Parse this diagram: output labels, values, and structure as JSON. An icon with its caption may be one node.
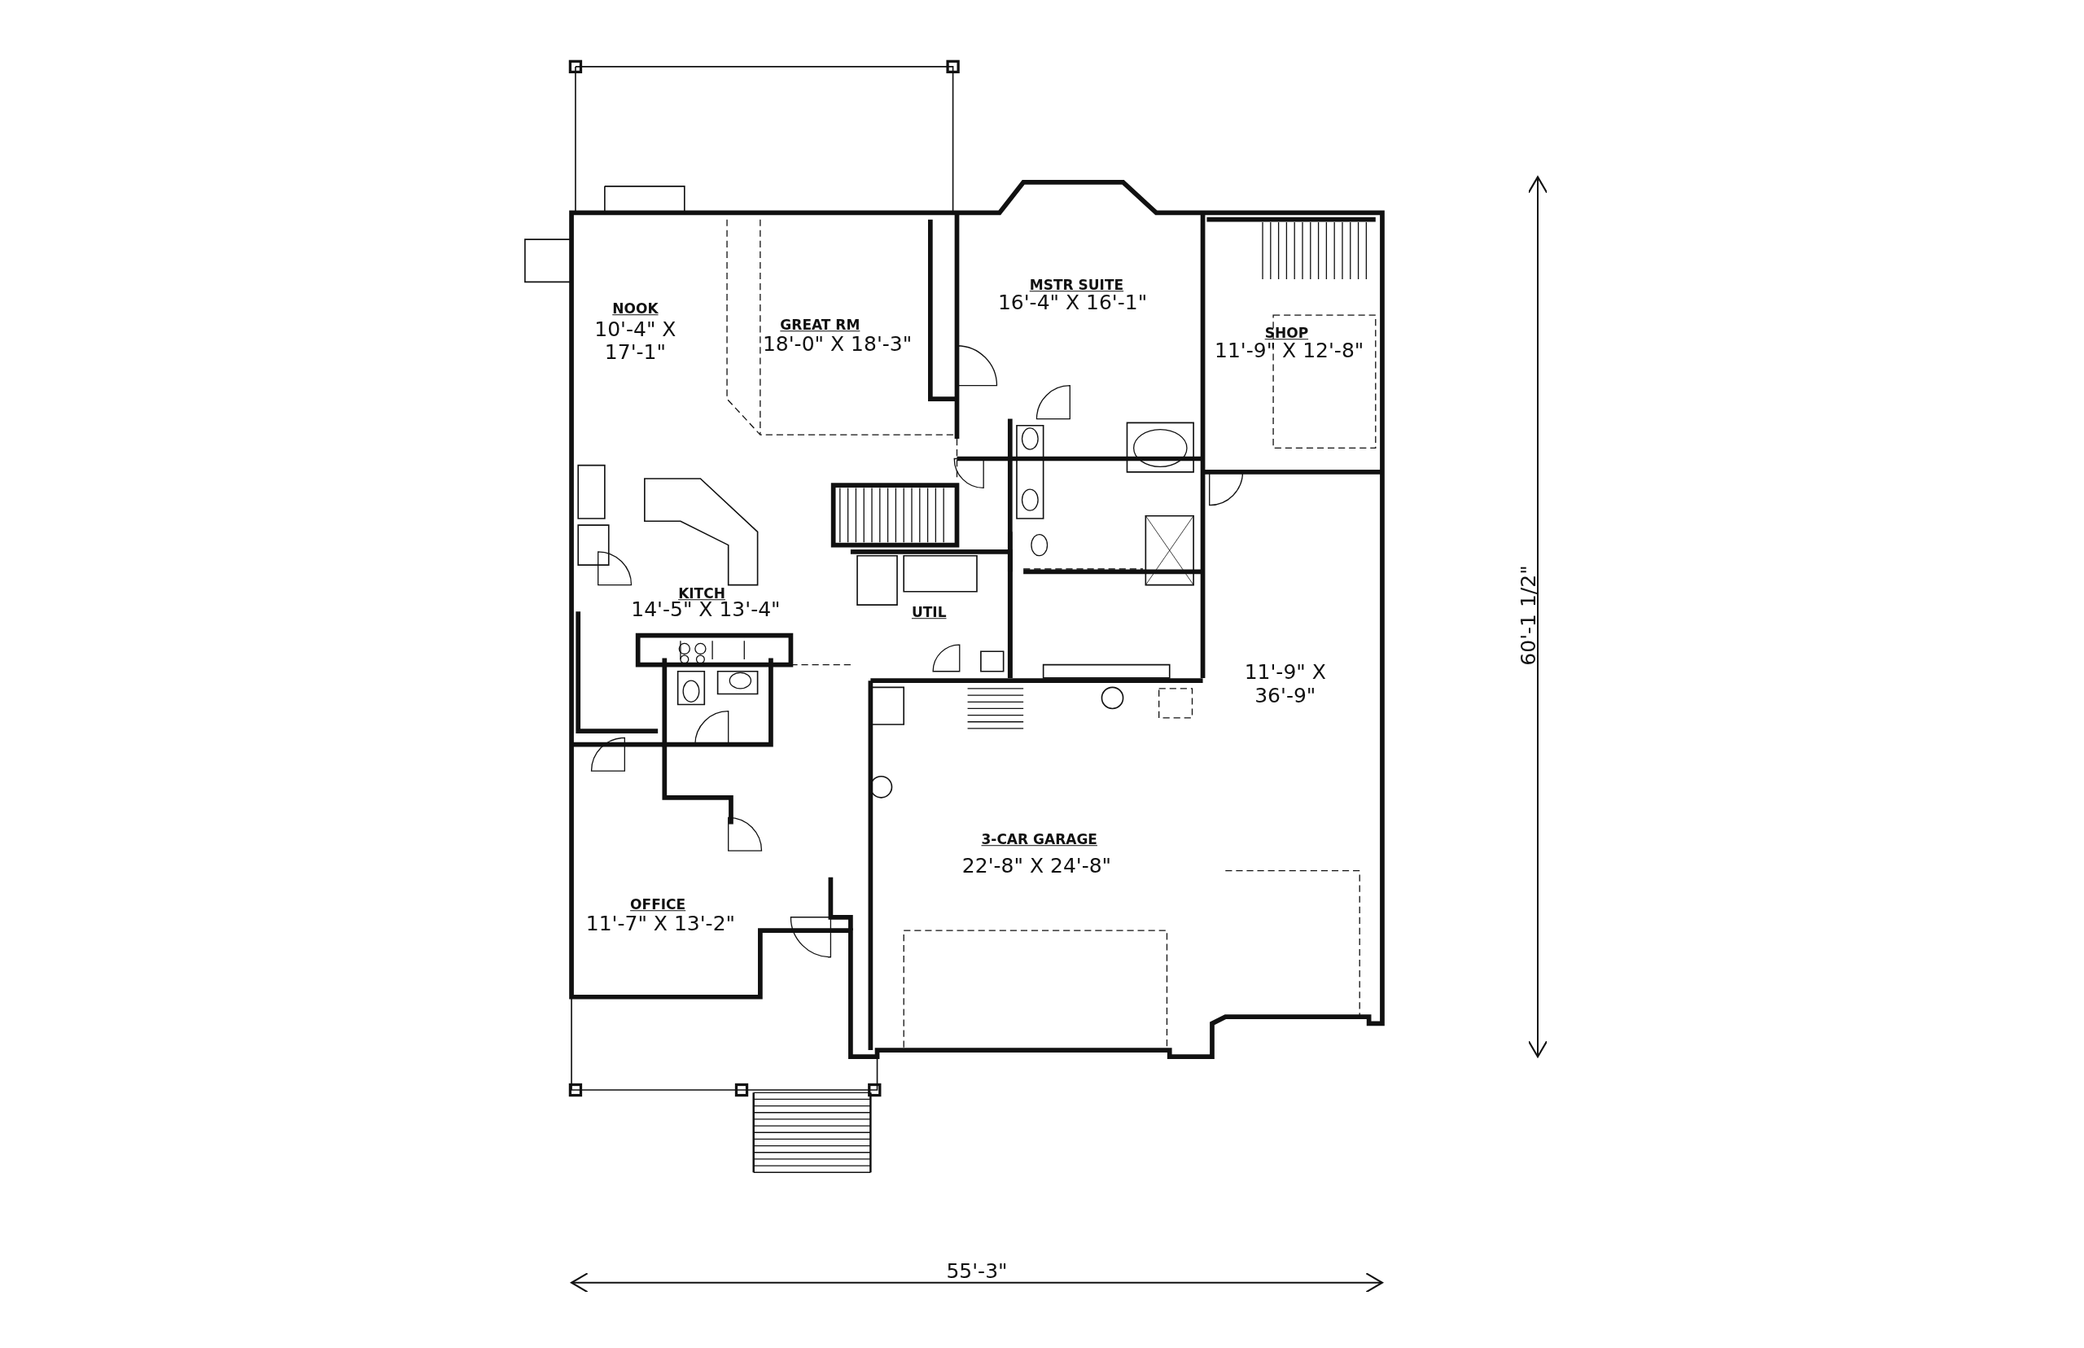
{
  "diagram": {
    "labels": [
      "NOOK",
      "10'-4\" X 17'-1\"",
      "GREAT RM",
      "18'-0\" X 18'-3\"",
      "MSTR SUITE",
      "16'-4\" X 16'-1\"",
      "SHOP",
      "11'-9\" X 12'-8\"",
      "KITCH",
      "14'-5\" X 13'-4\"",
      "UTIL",
      "11'-9\" X 36'-9\"",
      "3-CAR GARAGE",
      "22'-8\" X 24'-8\"",
      "OFFICE",
      "11'-7\" X 13'-2\"",
      "60'-1 1/2\"",
      "55'-3\""
    ]
  }
}
